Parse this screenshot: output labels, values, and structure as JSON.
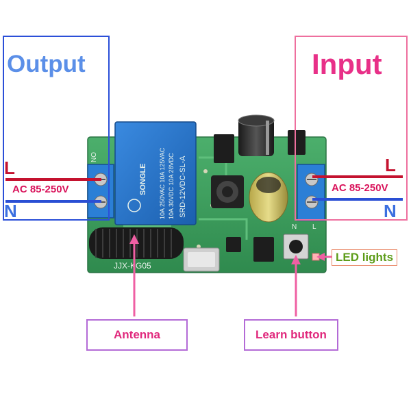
{
  "labels": {
    "output_title": "Output",
    "input_title": "Input",
    "output_L": "L",
    "output_N": "N",
    "input_L": "L",
    "input_N": "N",
    "output_voltage": "AC 85-250V",
    "input_voltage": "AC 85-250V",
    "antenna": "Antenna",
    "learn_button": "Learn button",
    "led_lights": "LED lights"
  },
  "board": {
    "model": "JJX-KG05",
    "relay_brand": "SONGLE",
    "relay_model": "SRD-12VDC-SL-A",
    "relay_rating_1": "10A 250VAC 10A 125VAC",
    "relay_rating_2": "10A 30VDC 10A 28VDC",
    "pin_nc": "NO",
    "pin_n": "N",
    "pin_l": "L"
  },
  "colors": {
    "output_box": "#2b4fd8",
    "input_box": "#ee6f9e",
    "live_wire": "#c4122f",
    "neutral_wire": "#2a4fd4",
    "callout_border": "#b36ad6",
    "callout_text": "#e0287c",
    "pcb_green": "#3d9c5c",
    "relay_blue": "#2471c8"
  }
}
